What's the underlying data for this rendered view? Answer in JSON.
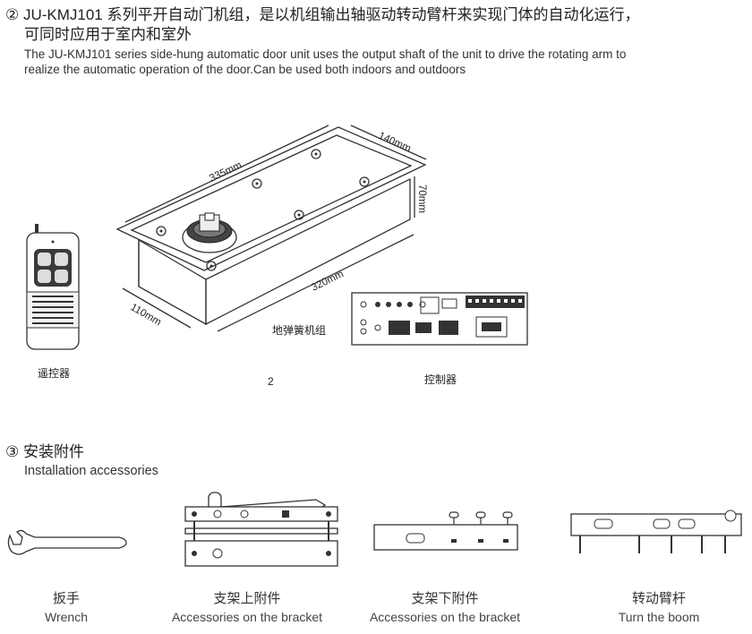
{
  "section2": {
    "title_line1": "② JU-KMJ101 系列平开自动门机组，是以机组输出轴驱动转动臂杆来实现门体的自动化运行，",
    "title_line2": "可同时应用于室内和室外",
    "en_line1": "The JU-KMJ101 series side-hung automatic door unit uses the output shaft of the unit to drive the rotating arm to",
    "en_line2": "realize the automatic operation of the door.Can be used both indoors and outdoors",
    "dimensions": {
      "top": "335mm",
      "right_top": "140mm",
      "height": "70mm",
      "front": "320mm",
      "side": "110mm"
    },
    "labels": {
      "floor_spring": "地弹簧机组",
      "remote": "遥控器",
      "controller": "控制器",
      "figure_number": "2"
    }
  },
  "section3": {
    "title_cn": "③ 安装附件",
    "title_en": "Installation accessories",
    "items": [
      {
        "name_cn": "扳手",
        "name_en": "Wrench"
      },
      {
        "name_cn": "支架上附件",
        "name_en": "Accessories on the bracket"
      },
      {
        "name_cn": "支架下附件",
        "name_en": "Accessories on the bracket"
      },
      {
        "name_cn": "转动臂杆",
        "name_en": "Turn the boom"
      }
    ]
  }
}
